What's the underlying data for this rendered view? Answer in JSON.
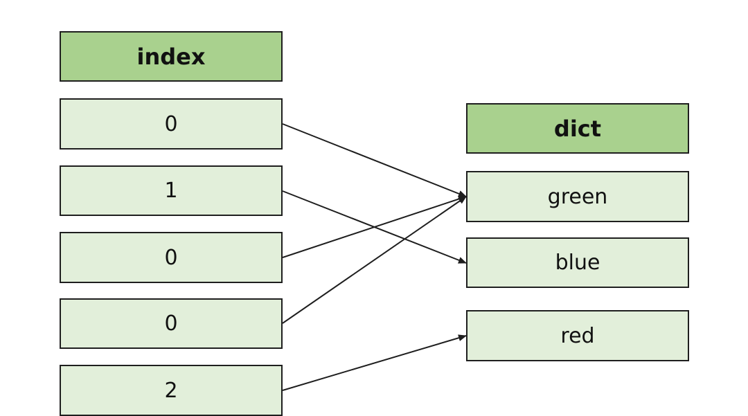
{
  "index": {
    "header": "index",
    "cells": [
      "0",
      "1",
      "0",
      "0",
      "2"
    ]
  },
  "dict": {
    "header": "dict",
    "cells": [
      "green",
      "blue",
      "red"
    ]
  },
  "links": [
    {
      "from": 0,
      "to": 0
    },
    {
      "from": 1,
      "to": 1
    },
    {
      "from": 2,
      "to": 0
    },
    {
      "from": 3,
      "to": 0
    },
    {
      "from": 4,
      "to": 2
    }
  ],
  "colors": {
    "header_fill": "#a9d18e",
    "cell_fill": "#e2efda",
    "border": "#1e1e1e",
    "arrow": "#1e1e1e"
  }
}
